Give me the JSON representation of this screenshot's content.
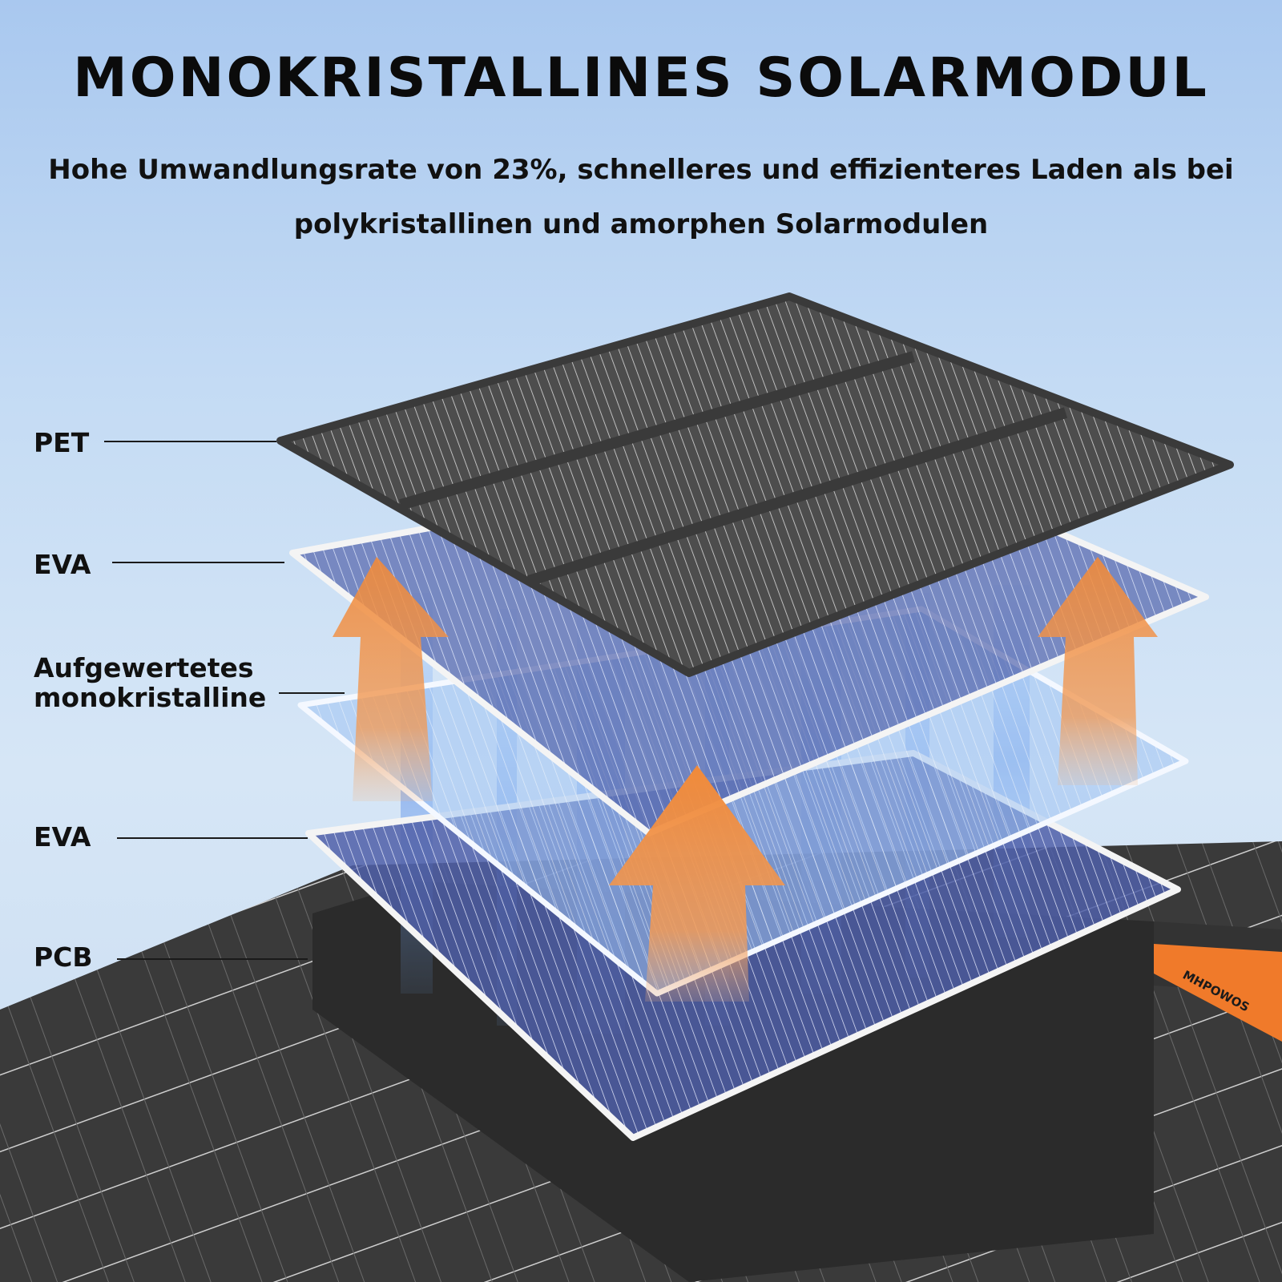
{
  "header": {
    "title": "MONOKRISTALLINES SOLARMODUL",
    "subtitle": "Hohe Umwandlungsrate von 23%, schnelleres und effizienteres Laden als bei polykristallinen und amorphen Solarmodulen"
  },
  "layers": [
    {
      "label": "PET"
    },
    {
      "label": "EVA"
    },
    {
      "label": "Aufgewertetes\nmonokristalline"
    },
    {
      "label": "EVA"
    },
    {
      "label": "PCB"
    }
  ],
  "brand": {
    "text": "MHPOWOS",
    "color": "#f07a2a"
  },
  "colors": {
    "arrow": "#f08a3a",
    "panel_dark": "#4a4a4a",
    "cell_blue": "#5b6db5",
    "light_beam": "#6fa8ff"
  },
  "icons": [
    "up-arrow-icon",
    "up-arrow-icon",
    "up-arrow-icon"
  ]
}
